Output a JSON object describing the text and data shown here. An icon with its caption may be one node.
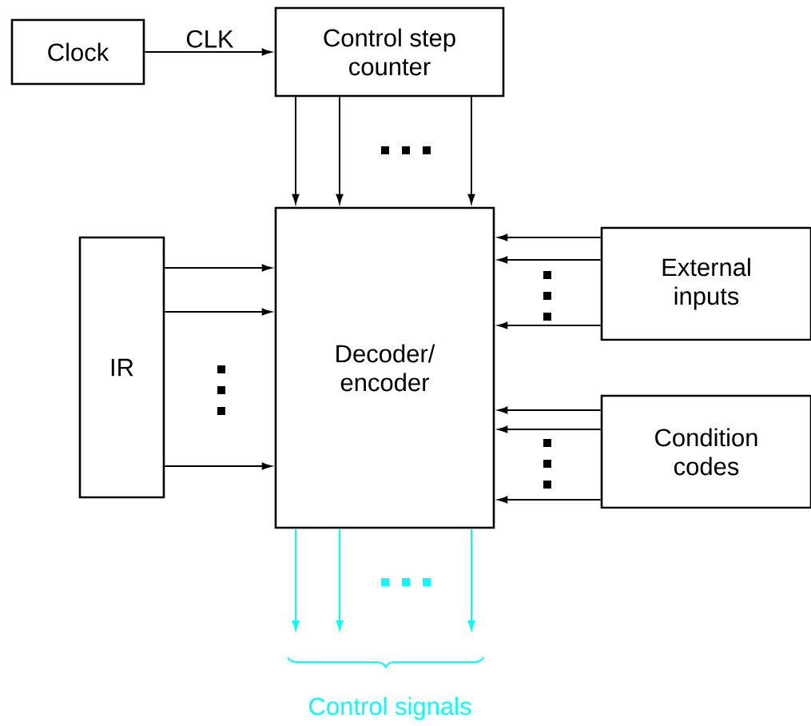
{
  "diagram": {
    "nodes": [
      {
        "text": [
          "Clock"
        ]
      },
      {
        "text": [
          "Control step counter"
        ]
      },
      {
        "text": [
          "IR"
        ]
      },
      {
        "text": [
          "Decoder/ encoder"
        ]
      },
      {
        "text": [
          "External inputs"
        ]
      },
      {
        "text": [
          "Condition codes"
        ]
      }
    ],
    "edges": [
      {
        "from": 0,
        "to": 1,
        "arrow": "to",
        "label": "CLK"
      },
      {
        "from": 1,
        "to": 3,
        "arrow": "to"
      },
      {
        "from": 1,
        "to": 3,
        "arrow": "to"
      },
      {
        "from": 1,
        "to": 3,
        "arrow": "to"
      },
      {
        "from": 2,
        "to": 3,
        "arrow": "to"
      },
      {
        "from": 2,
        "to": 3,
        "arrow": "to"
      },
      {
        "from": 2,
        "to": 3,
        "arrow": "to"
      },
      {
        "from": 4,
        "to": 3,
        "arrow": "to"
      },
      {
        "from": 4,
        "to": 3,
        "arrow": "to"
      },
      {
        "from": 4,
        "to": 3,
        "arrow": "to"
      },
      {
        "from": 5,
        "to": 3,
        "arrow": "to"
      },
      {
        "from": 5,
        "to": 3,
        "arrow": "to"
      },
      {
        "from": 5,
        "to": 3,
        "arrow": "to"
      },
      {
        "from": 3,
        "to": null,
        "arrow": "to",
        "color": "#00ffff"
      },
      {
        "from": 3,
        "to": null,
        "arrow": "to",
        "color": "#00ffff"
      },
      {
        "from": 3,
        "to": null,
        "arrow": "to",
        "color": "#00ffff"
      }
    ],
    "labels": [
      "Control signals"
    ]
  }
}
